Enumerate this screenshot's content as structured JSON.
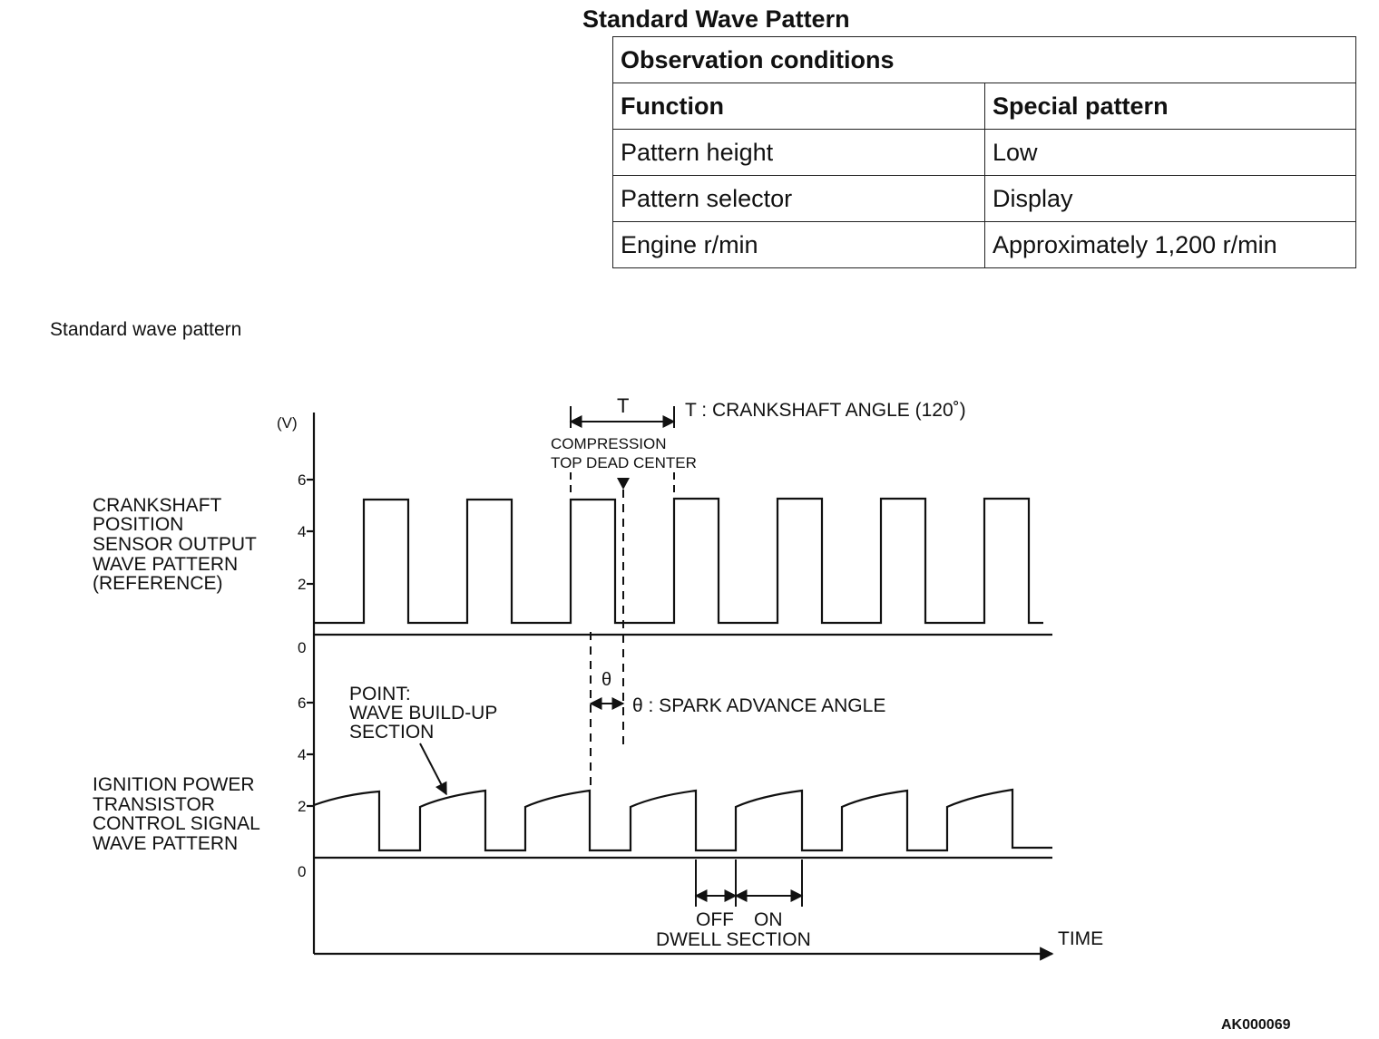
{
  "header": {
    "title": "Standard Wave Pattern"
  },
  "table": {
    "caption": "Observation conditions",
    "columns": [
      "Function",
      "Special pattern"
    ],
    "rows": [
      [
        "Pattern height",
        "Low"
      ],
      [
        "Pattern selector",
        "Display"
      ],
      [
        "Engine r/min",
        "Approximately 1,200 r/min"
      ]
    ]
  },
  "section_label": "Standard wave pattern",
  "diagram": {
    "unit": "(V)",
    "upper_ticks": [
      "6",
      "4",
      "2",
      "0"
    ],
    "lower_ticks": [
      "6",
      "4",
      "2",
      "0"
    ],
    "upper_label": [
      "CRANKSHAFT",
      "POSITION",
      "SENSOR OUTPUT",
      "WAVE PATTERN",
      "(REFERENCE)"
    ],
    "lower_label": [
      "IGNITION POWER",
      "TRANSISTOR",
      "CONTROL SIGNAL",
      "WAVE PATTERN"
    ],
    "t_symbol": "T",
    "t_legend": "T : CRANKSHAFT ANGLE (120˚)",
    "compression": [
      "COMPRESSION",
      "TOP DEAD CENTER"
    ],
    "theta_symbol": "θ",
    "theta_legend": "θ : SPARK ADVANCE ANGLE",
    "point_label": [
      "POINT:",
      "WAVE BUILD-UP",
      "SECTION"
    ],
    "off_label": "OFF",
    "on_label": "ON",
    "dwell_label": "DWELL SECTION",
    "time_label": "TIME"
  },
  "figure_code": "AK000069"
}
